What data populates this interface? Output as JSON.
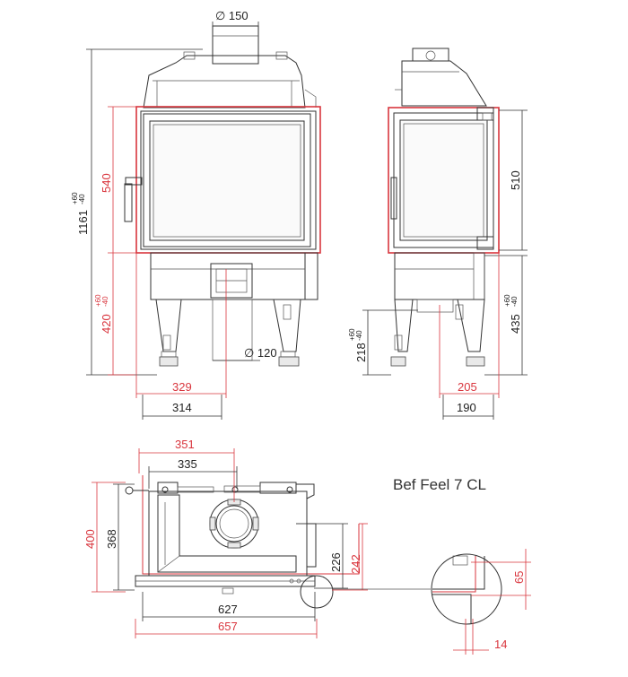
{
  "model_name": "Bef Feel 7 CL",
  "front": {
    "flue_diameter": "∅ 150",
    "height_total": "1161",
    "height_total_tol_plus": "+60",
    "height_total_tol_minus": "-40",
    "door_height": "540",
    "base_height": "420",
    "base_height_tol_plus": "+60",
    "base_height_tol_minus": "-40",
    "air_inlet_diameter": "∅ 120",
    "width_outer": "329",
    "width_inner": "314"
  },
  "side": {
    "door_height": "510",
    "base_height": "435",
    "base_height_tol_plus": "+60",
    "base_height_tol_minus": "-40",
    "inlet_height": "218",
    "inlet_height_tol_plus": "+60",
    "inlet_height_tol_minus": "-40",
    "depth_outer": "205",
    "depth_inner": "190"
  },
  "top": {
    "width_outer": "351",
    "width_inner": "335",
    "depth_outer": "400",
    "depth_inner": "368",
    "side_inner": "226",
    "side_outer": "242",
    "length_inner": "627",
    "length_outer": "657"
  },
  "detail": {
    "height": "65",
    "width": "14"
  }
}
